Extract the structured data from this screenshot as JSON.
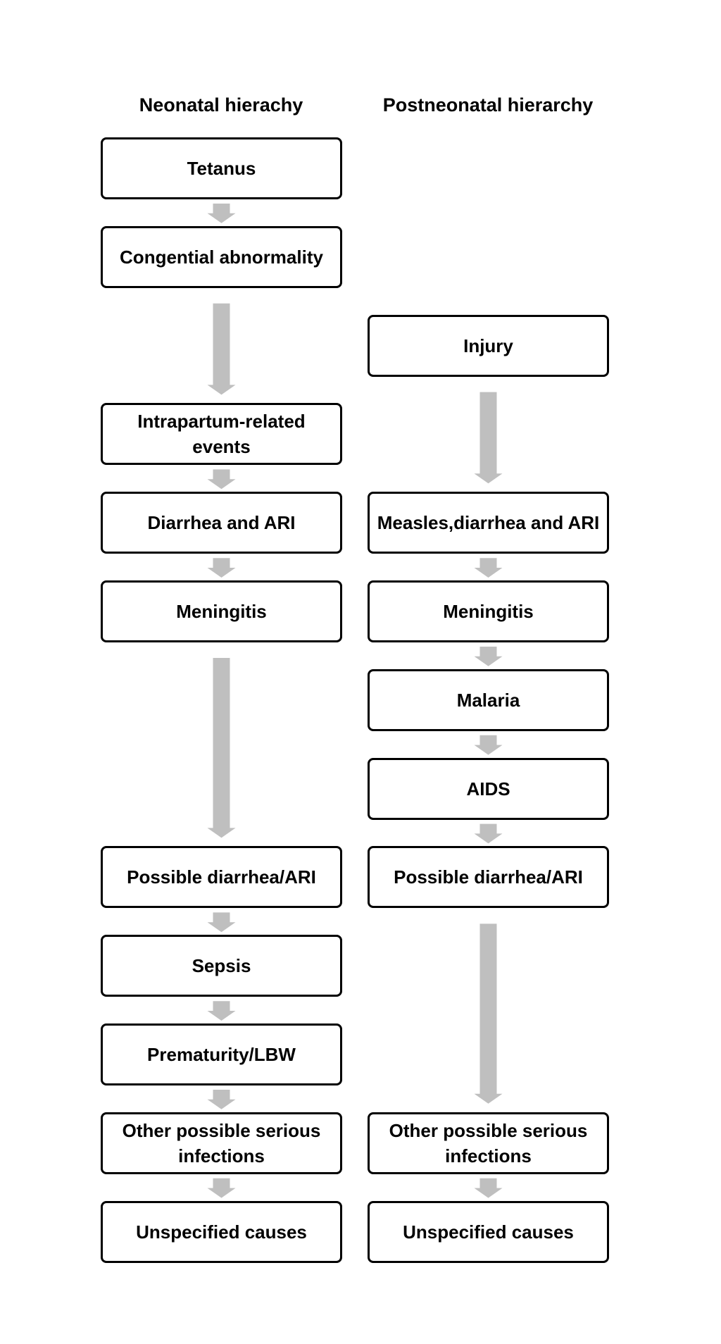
{
  "headings": {
    "neonatal": "Neonatal hierachy",
    "postneonatal": "Postneonatal hierarchy"
  },
  "neonatal": [
    "Tetanus",
    "Congential abnormality",
    "Intrapartum-related events",
    "Diarrhea and ARI",
    "Meningitis",
    "Possible diarrhea/ARI",
    "Sepsis",
    "Prematurity/LBW",
    "Other possible serious infections",
    "Unspecified causes"
  ],
  "postneonatal": [
    "Injury",
    "Measles,diarrhea and ARI",
    "Meningitis",
    "Malaria",
    "AIDS",
    "Possible diarrhea/ARI",
    "Other possible serious infections",
    "Unspecified causes"
  ],
  "colors": {
    "arrow": "#bfbfbf",
    "border": "#000000"
  }
}
